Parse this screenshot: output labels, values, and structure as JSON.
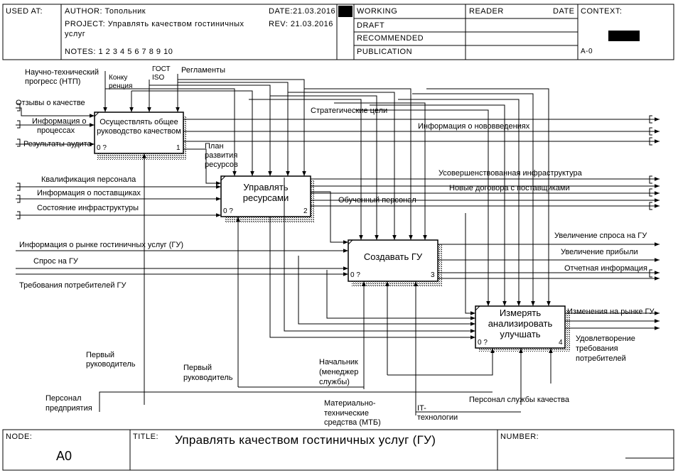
{
  "header": {
    "used_at": "USED AT:",
    "author": "AUTHOR: Топольник",
    "project_line1": "PROJECT: Управлять качеством гостиничных",
    "project_line2": "услуг",
    "notes": "NOTES: 1 2 3 4 5 6 7 8 9 10",
    "date": "DATE:21.03.2016",
    "rev": "REV: 21.03.2016",
    "status": [
      "WORKING",
      "DRAFT",
      "RECOMMENDED",
      "PUBLICATION"
    ],
    "reader": "READER",
    "reader_date": "DATE",
    "context": "CONTEXT:",
    "context_node": "A-0"
  },
  "boxes": [
    {
      "title": "Осуществлять общее руководство качеством",
      "num": "1",
      "cost": "0 ?"
    },
    {
      "title": "Управлять ресурсами",
      "num": "2",
      "cost": "0 ?"
    },
    {
      "title": "Создавать ГУ",
      "num": "3",
      "cost": "0 ?"
    },
    {
      "title": "Измерять анализировать улучшать",
      "num": "4",
      "cost": "0 ?"
    }
  ],
  "labels": {
    "ntp1": "Научно-технический",
    "ntp2": "прогресс (НТП)",
    "konk1": "Конку",
    "konk2": "ренция",
    "gost1": "ГОСТ",
    "gost2": "ISO",
    "reglam": "Регламенты",
    "otzyvy": "Отзывы о качестве",
    "info_proc1": "Информация о",
    "info_proc2": "процессах",
    "rez_audit": "Результаты аудита",
    "strat": "Стратегические цели",
    "info_nov": "Информация о нововведениях",
    "plan1": "План",
    "plan2": "развития",
    "plan3": "ресурсов",
    "kval": "Квалификация персонала",
    "info_post": "Информация о поставщиках",
    "sost_infr": "Состояние инфраструктуры",
    "usov_infr": "Усовершенствованная инфраструктура",
    "nov_dog": "Новые договора с поставщиками",
    "obuch": "Обученный персонал",
    "info_rynok": "Информация о рынке гостиничных услуг (ГУ)",
    "spros": "Спрос на ГУ",
    "treb": "Требования потребителей ГУ",
    "uvel_spros": "Увеличение спроса на ГУ",
    "uvel_prib": "Увеличение прибыли",
    "otch": "Отчетная информация",
    "izm_rynok": "Изменения на рынке ГУ",
    "udovl1": "Удовлетворение",
    "udovl2": "требования",
    "udovl3": "потребителей",
    "perv1a": "Первый",
    "perv1b": "руководитель",
    "perv2a": "Первый",
    "perv2b": "руководитель",
    "nach1": "Начальник",
    "nach2": "(менеджер",
    "nach3": "службы)",
    "pers_pred1": "Персонал",
    "pers_pred2": "предприятия",
    "mtb1": "Материально-",
    "mtb2": "технические",
    "mtb3": "средства (МТБ)",
    "it1": "IT-",
    "it2": "технологии",
    "pers_kach": "Персонал службы качества"
  },
  "footer": {
    "node_label": "NODE:",
    "node_value": "A0",
    "title_label": "TITLE:",
    "title_value": "Управлять качеством гостиничных услуг (ГУ)",
    "number_label": "NUMBER:"
  }
}
